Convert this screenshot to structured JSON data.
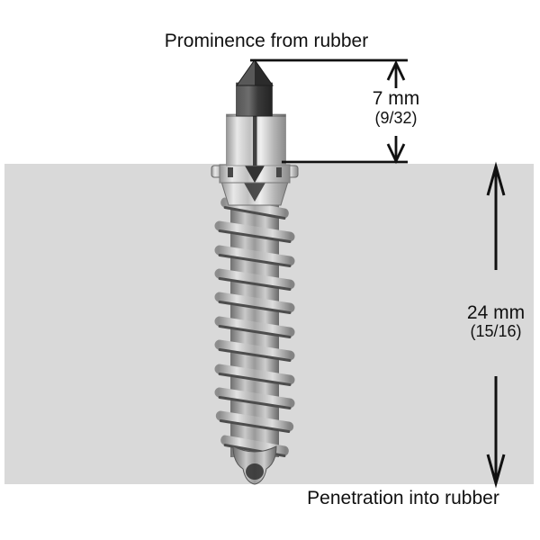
{
  "labels": {
    "prominence_title": "Prominence from rubber",
    "penetration_title": "Penetration into rubber"
  },
  "dimensions": {
    "prominence": {
      "value_mm": "7 mm",
      "value_inch": "(9/32)"
    },
    "penetration": {
      "value_mm": "24 mm",
      "value_inch": "(15/16)"
    }
  },
  "colors": {
    "background": "#ffffff",
    "rubber_block": "#d9d9d9",
    "dimension_lines": "#111111",
    "stud_tip_dark": "#2e2e2e",
    "stud_metal_light": "#c6c6c6",
    "text": "#111111"
  },
  "icons": {
    "arrow_up": "↑",
    "arrow_down": "↓"
  }
}
